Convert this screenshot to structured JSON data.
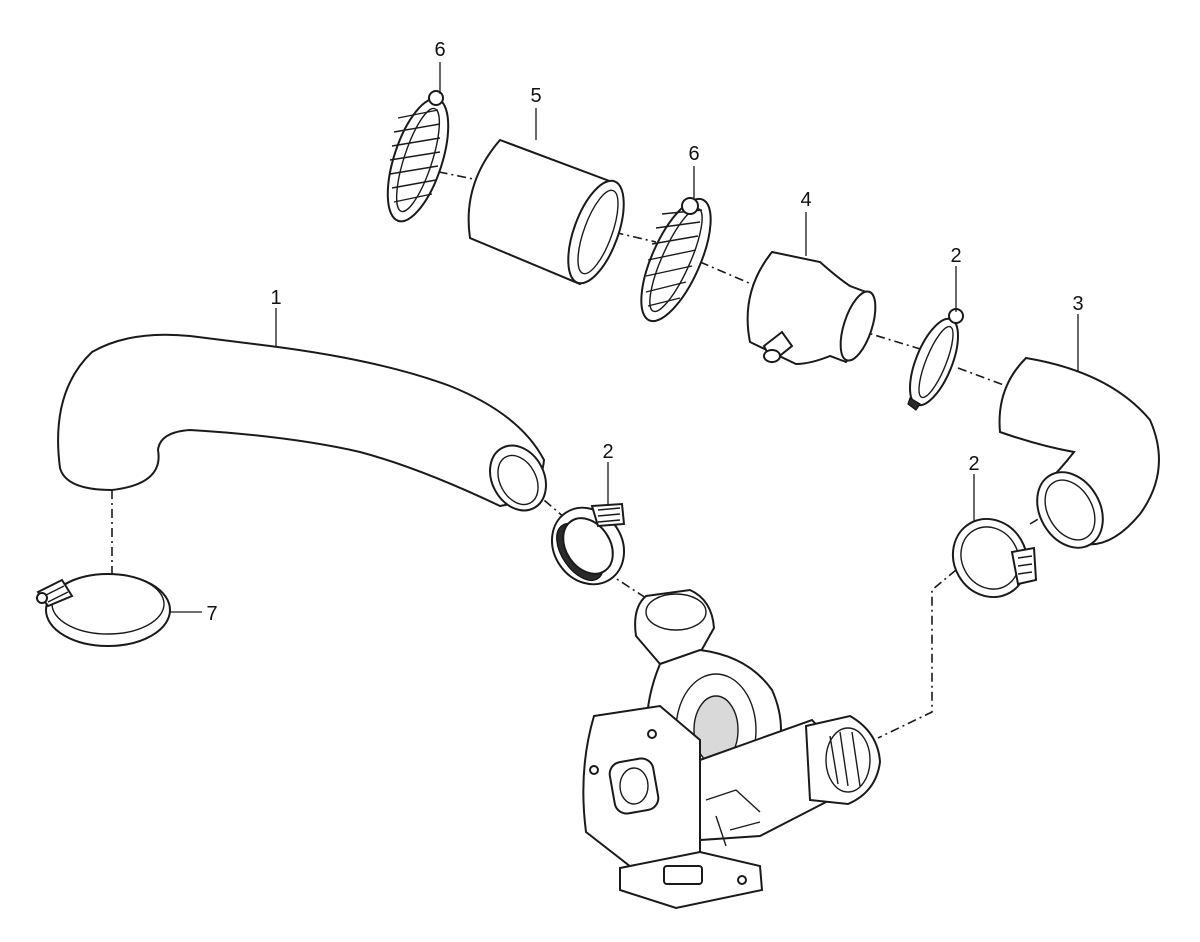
{
  "callouts": {
    "c1": "1",
    "c2a": "2",
    "c2b": "2",
    "c2c": "2",
    "c3": "3",
    "c4": "4",
    "c5": "5",
    "c6a": "6",
    "c6b": "6",
    "c7": "7"
  }
}
